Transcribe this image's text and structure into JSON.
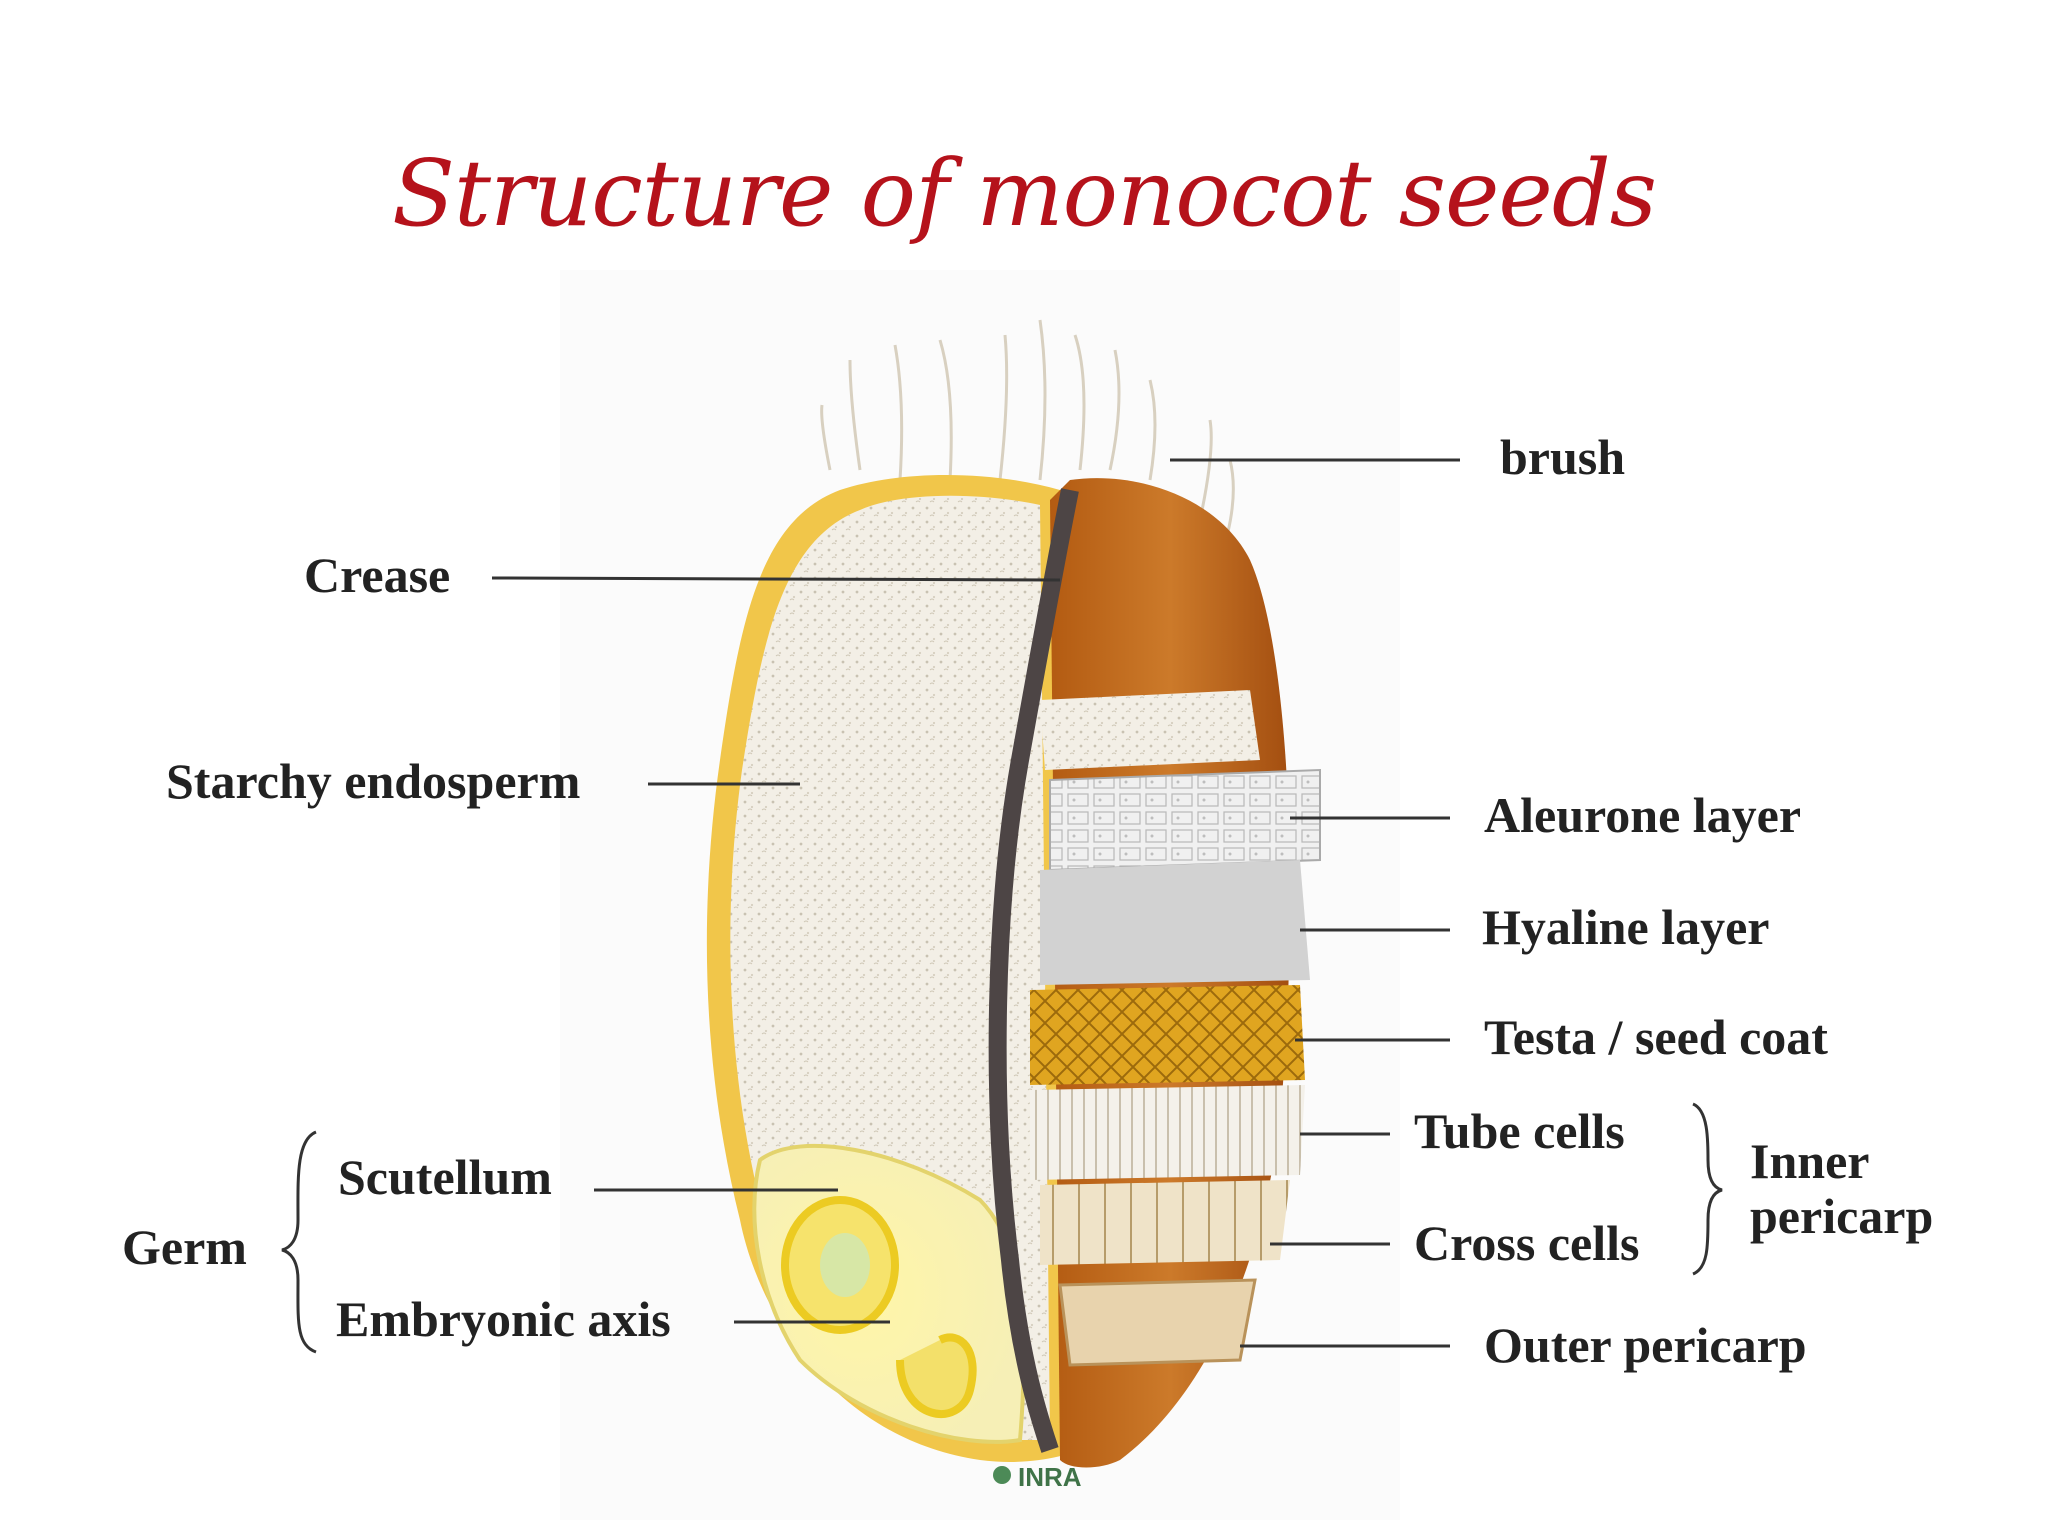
{
  "title": "Structure of monocot seeds",
  "labels": {
    "brush": "brush",
    "crease": "Crease",
    "starchy_endosperm": "Starchy endosperm",
    "aleurone_layer": "Aleurone layer",
    "hyaline_layer": "Hyaline layer",
    "testa": "Testa / seed coat",
    "tube_cells": "Tube cells",
    "cross_cells": "Cross cells",
    "inner_pericarp_line1": "Inner",
    "inner_pericarp_line2": "pericarp",
    "outer_pericarp": "Outer pericarp",
    "germ": "Germ",
    "scutellum": "Scutellum",
    "embryonic_axis": "Embryonic axis"
  },
  "watermark": "INRA"
}
